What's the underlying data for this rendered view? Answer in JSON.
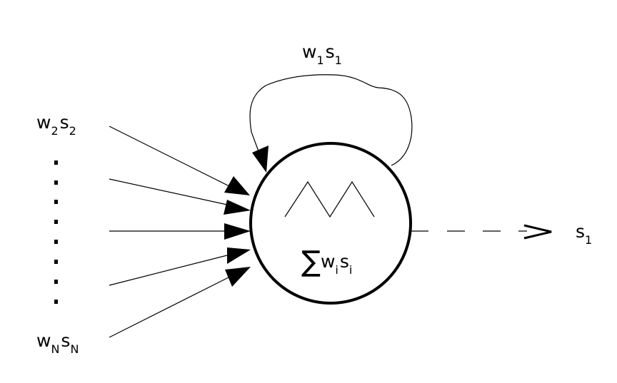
{
  "labels": {
    "feedback": {
      "base": "w",
      "sub": "1",
      "base2": "s",
      "sub2": "1"
    },
    "input_top": {
      "base": "w",
      "sub": "2",
      "base2": "s",
      "sub2": "2"
    },
    "input_bottom": {
      "base": "w",
      "sub": "N",
      "base2": "s",
      "sub2": "N"
    },
    "output": {
      "base": "s",
      "sub": "1"
    },
    "neuron_sum": {
      "symbol": "∑",
      "base": "w",
      "sub": "i",
      "base2": "s",
      "sub2": "i"
    }
  },
  "colors": {
    "stroke": "#000000",
    "background": "#ffffff"
  }
}
